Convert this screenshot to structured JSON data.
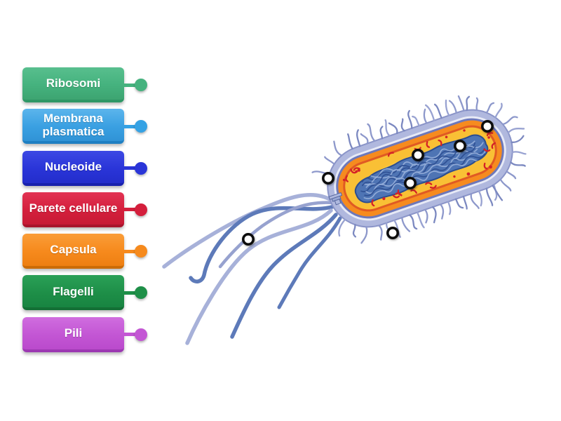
{
  "page": {
    "background": "#ffffff",
    "activity_type": "labelled-diagram"
  },
  "labels": {
    "items": [
      {
        "label": "Ribosomi",
        "color": "#45b27e"
      },
      {
        "label": "Membrana plasmatica",
        "color": "#3aa0e2"
      },
      {
        "label": "Nucleoide",
        "color": "#2a35d8"
      },
      {
        "label": "Parete cellulare",
        "color": "#d41f3c"
      },
      {
        "label": "Capsula",
        "color": "#f68a1d"
      },
      {
        "label": "Flagelli",
        "color": "#1e8f48"
      },
      {
        "label": "Pili",
        "color": "#c356d4"
      }
    ]
  },
  "diagram": {
    "illustration": "bacterium-cell",
    "targets_count": 7,
    "illustration_palette": {
      "capsule": "#b0b8de",
      "membrane": "#6d78ba",
      "cell_wall_orange": "#f68b1f",
      "cytoplasm_yellow": "#f9c035",
      "nucleoid_blue": "#4e74b4",
      "ribosome_red": "#d52127",
      "pili_flagella": "#8d98cb",
      "target_ring": "#0d0d0d"
    }
  }
}
